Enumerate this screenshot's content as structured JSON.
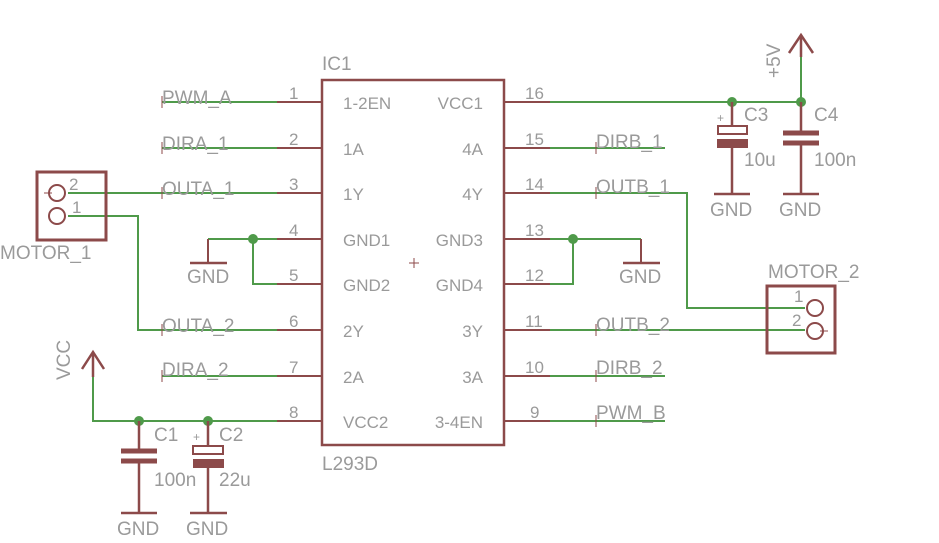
{
  "schematic": {
    "ic": {
      "ref": "IC1",
      "value": "L293D",
      "left_pins": [
        {
          "num": "1",
          "name": "1-2EN",
          "net": "PWM_A"
        },
        {
          "num": "2",
          "name": "1A",
          "net": "DIRA_1"
        },
        {
          "num": "3",
          "name": "1Y",
          "net": "OUTA_1"
        },
        {
          "num": "4",
          "name": "GND1",
          "net": "GND"
        },
        {
          "num": "5",
          "name": "GND2",
          "net": "GND"
        },
        {
          "num": "6",
          "name": "2Y",
          "net": "OUTA_2"
        },
        {
          "num": "7",
          "name": "2A",
          "net": "DIRA_2"
        },
        {
          "num": "8",
          "name": "VCC2",
          "net": "VCC"
        }
      ],
      "right_pins": [
        {
          "num": "16",
          "name": "VCC1",
          "net": "+5V"
        },
        {
          "num": "15",
          "name": "4A",
          "net": "DIRB_1"
        },
        {
          "num": "14",
          "name": "4Y",
          "net": "OUTB_1"
        },
        {
          "num": "13",
          "name": "GND3",
          "net": "GND"
        },
        {
          "num": "12",
          "name": "GND4",
          "net": "GND"
        },
        {
          "num": "11",
          "name": "3Y",
          "net": "OUTB_2"
        },
        {
          "num": "10",
          "name": "3A",
          "net": "DIRB_2"
        },
        {
          "num": "9",
          "name": "3-4EN",
          "net": "PWM_B"
        }
      ]
    },
    "net_labels": {
      "pwm_a": "PWM_A",
      "dira_1": "DIRA_1",
      "outa_1": "OUTA_1",
      "outa_2": "OUTA_2",
      "dira_2": "DIRA_2",
      "dirb_1": "DIRB_1",
      "outb_1": "OUTB_1",
      "outb_2": "OUTB_2",
      "dirb_2": "DIRB_2",
      "pwm_b": "PWM_B"
    },
    "power": {
      "plus5v": "+5V",
      "vcc": "VCC",
      "gnd": "GND"
    },
    "capacitors": [
      {
        "ref": "C1",
        "value": "100n",
        "polarized": false
      },
      {
        "ref": "C2",
        "value": "22u",
        "polarized": true
      },
      {
        "ref": "C3",
        "value": "10u",
        "polarized": true
      },
      {
        "ref": "C4",
        "value": "100n",
        "polarized": false
      }
    ],
    "connectors": [
      {
        "ref": "MOTOR_1",
        "pins": [
          "2",
          "1"
        ]
      },
      {
        "ref": "MOTOR_2",
        "pins": [
          "1",
          "2"
        ]
      }
    ],
    "polarity_mark": "+",
    "colors": {
      "symbol": "#8c4a4a",
      "wire": "#4f9a4a",
      "text": "#9a9a9a",
      "background": "#ffffff"
    }
  }
}
